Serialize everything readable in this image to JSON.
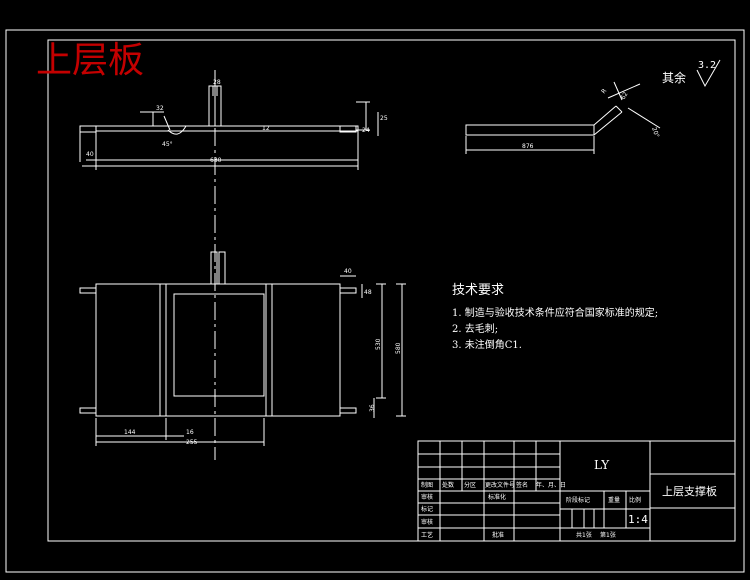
{
  "drawing": {
    "title_overlay": "上层板",
    "surface_finish": {
      "label": "其余",
      "value": "3.2"
    },
    "dimensions": {
      "top_view": [
        "32",
        "28",
        "12",
        "45°",
        "25",
        "24",
        "40",
        "630"
      ],
      "right_part": [
        "R",
        "62",
        "20°",
        "876"
      ],
      "plan_view": [
        "40",
        "48",
        "530",
        "580",
        "36",
        "144",
        "16",
        "255"
      ]
    },
    "tech_requirements": {
      "heading": "技术要求",
      "items": [
        "1. 制造与验收技术条件应符合国家标准的规定;",
        "2. 去毛刺;",
        "3. 未注倒角C1."
      ]
    },
    "title_block": {
      "material": "LY",
      "part_name": "上层支撑板",
      "scale": "1:4",
      "row_labels": [
        "制图",
        "审核",
        "标记",
        "审核",
        "工艺"
      ],
      "header_cells": [
        "处数",
        "分区",
        "更改文件号",
        "签名",
        "年、月、日"
      ],
      "std_label": "标准化",
      "approve_label": "批准",
      "stage_label": "阶段标记",
      "weight_label": "重量",
      "scale_label": "比例",
      "sheet_total": "共1张",
      "sheet_no": "第1张"
    }
  }
}
